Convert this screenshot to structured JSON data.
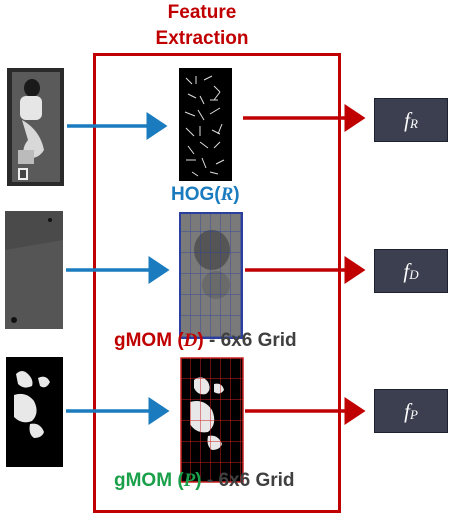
{
  "header": {
    "title_line1": "Feature",
    "title_line2": "Extraction"
  },
  "rows": [
    {
      "label_prefix": "HOG(",
      "label_var": "R",
      "label_suffix": ")",
      "label_tail": "",
      "output_var": "f",
      "output_sub": "R",
      "label_color": "#1a7bbf"
    },
    {
      "label_prefix": "gMOM (",
      "label_var": "D",
      "label_suffix": ")",
      "label_tail": " - 6x6 Grid",
      "output_var": "f",
      "output_sub": "D",
      "label_color": "#c00000"
    },
    {
      "label_prefix": "gMOM (",
      "label_var": "P",
      "label_suffix": ")",
      "label_tail": " - 6x6 Grid",
      "output_var": "f",
      "output_sub": "P",
      "label_color": "#1aa04a"
    }
  ],
  "colors": {
    "blue_arrow": "#1a7bbf",
    "red_arrow": "#c00000",
    "frame": "#c00000",
    "tail_text": "#404040",
    "output_box": "#3b3f4f"
  },
  "images": [
    {
      "name": "rgb-image",
      "kind": "grayscale photo of sleeping person"
    },
    {
      "name": "depth-image",
      "kind": "depth map"
    },
    {
      "name": "pressure-image",
      "kind": "binary pressure map"
    }
  ]
}
